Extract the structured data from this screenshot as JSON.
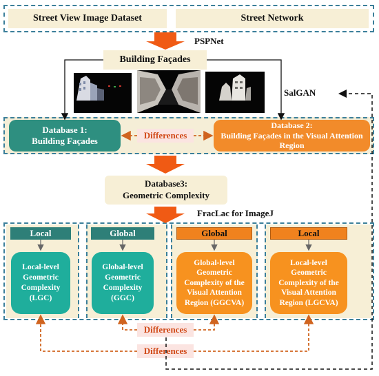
{
  "top": {
    "dataset_label": "Street View Image Dataset",
    "network_label": "Street Network"
  },
  "pspnet_label": "PSPNet",
  "facades_label": "Building Façades",
  "salgan_label": "SalGAN",
  "db1_label": "Database 1:\nBuilding Façades",
  "db2_label": "Database 2:\nBuilding Façades in the Visual Attention Region",
  "differences_label": "Differences",
  "db3_label": "Database3:\nGeometric Complexity",
  "fraclac_label": "FracLac for ImageJ",
  "panels": [
    {
      "header": "Local",
      "body": "Local-level Geometric Complexity (LGC)"
    },
    {
      "header": "Global",
      "body": "Global-level Geometric Complexity (GGC)"
    },
    {
      "header": "Global",
      "body": "Global-level Geometric Complexity of the Visual Attention Region (GGCVA)"
    },
    {
      "header": "Local",
      "body": "Local-level Geometric Complexity of the Visual Attention Region (LGCVA)"
    }
  ],
  "diff_inner_label": "Differences",
  "diff_outer_label": "Differences",
  "colors": {
    "teal": "#2e8f80",
    "orange": "#f28b2a",
    "cream": "#f7efd6",
    "diff_text": "#d14b19",
    "dash": "#3b7f9a",
    "arrow": "#f05a14"
  }
}
